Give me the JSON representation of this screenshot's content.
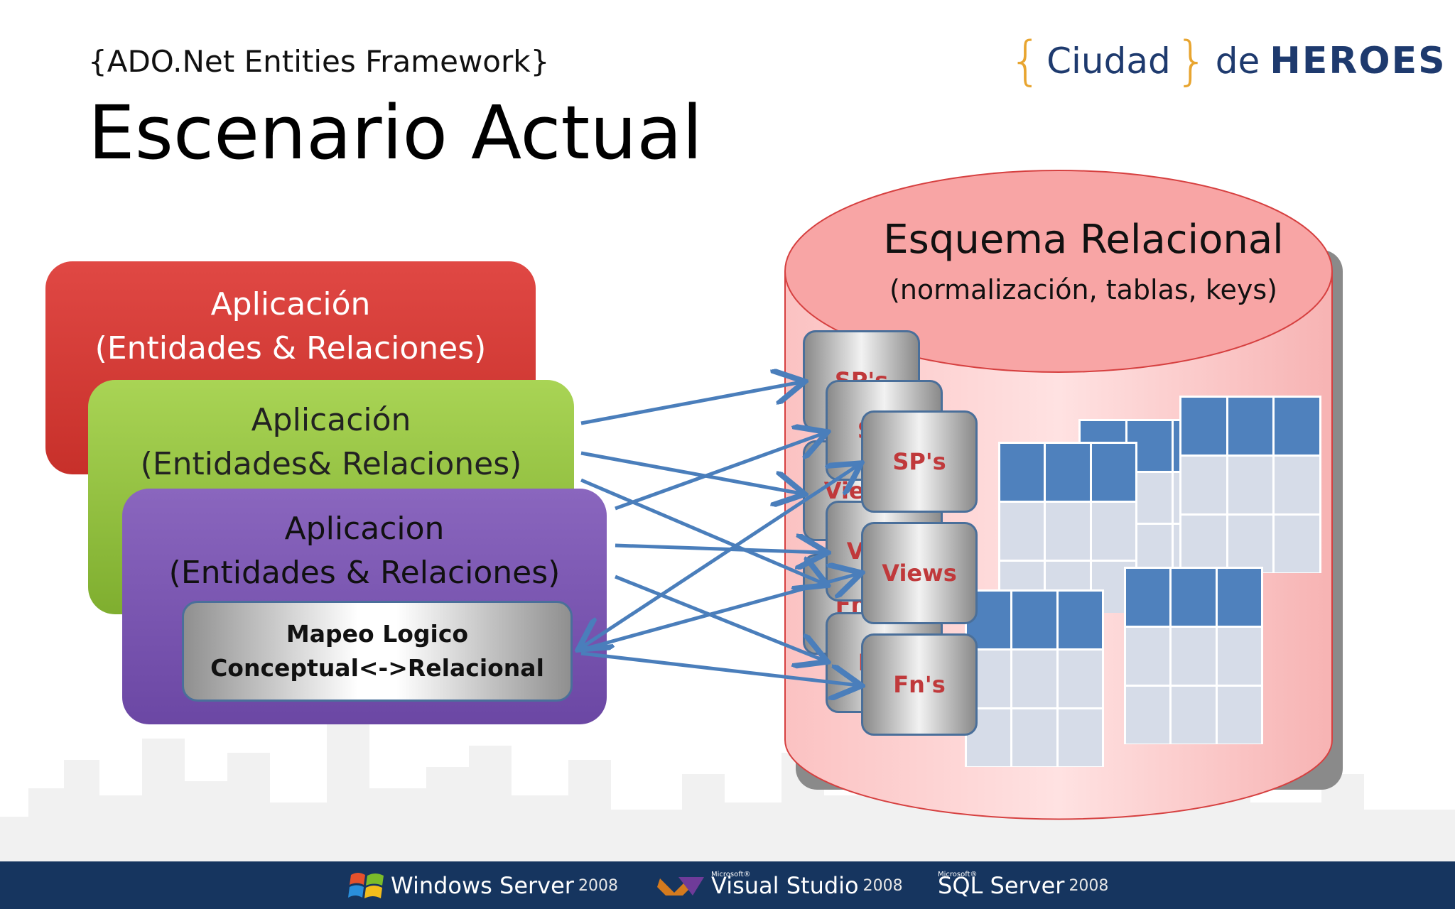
{
  "slide": {
    "subtitle": "{ADO.Net Entities Framework}",
    "title": "Escenario Actual"
  },
  "logo": {
    "brace_open": "{",
    "word1": "Ciudad",
    "brace_close": "}",
    "word2": "de",
    "word3": "HEROES",
    "colors": {
      "brace": "#e8a530",
      "text": "#1e3a6e"
    }
  },
  "apps": [
    {
      "line1": "Aplicación",
      "line2": "(Entidades & Relaciones)",
      "color": "#d63b36"
    },
    {
      "line1": "Aplicación",
      "line2": "(Entidades& Relaciones)",
      "color": "#93c243"
    },
    {
      "line1": "Aplicacion",
      "line2": "(Entidades & Relaciones)",
      "color": "#7a56b1"
    }
  ],
  "mapping": {
    "line1": "Mapeo Logico",
    "line2": "Conceptual<->Relacional"
  },
  "database": {
    "title": "Esquema Relacional",
    "subtitle": "(normalización, tablas, keys)",
    "color": "#fbc9c9"
  },
  "db_objects": {
    "sps": "SP's",
    "views": "Views",
    "fns": "Fn's",
    "color": "#c0393b"
  },
  "footer": {
    "products": [
      {
        "prefix": "",
        "name": "Windows Server",
        "year": "2008"
      },
      {
        "prefix": "Microsoft®",
        "name": "Visual Studio",
        "year": "2008"
      },
      {
        "prefix": "Microsoft®",
        "name": "SQL Server",
        "year": "2008"
      }
    ],
    "color": "#16355f"
  }
}
